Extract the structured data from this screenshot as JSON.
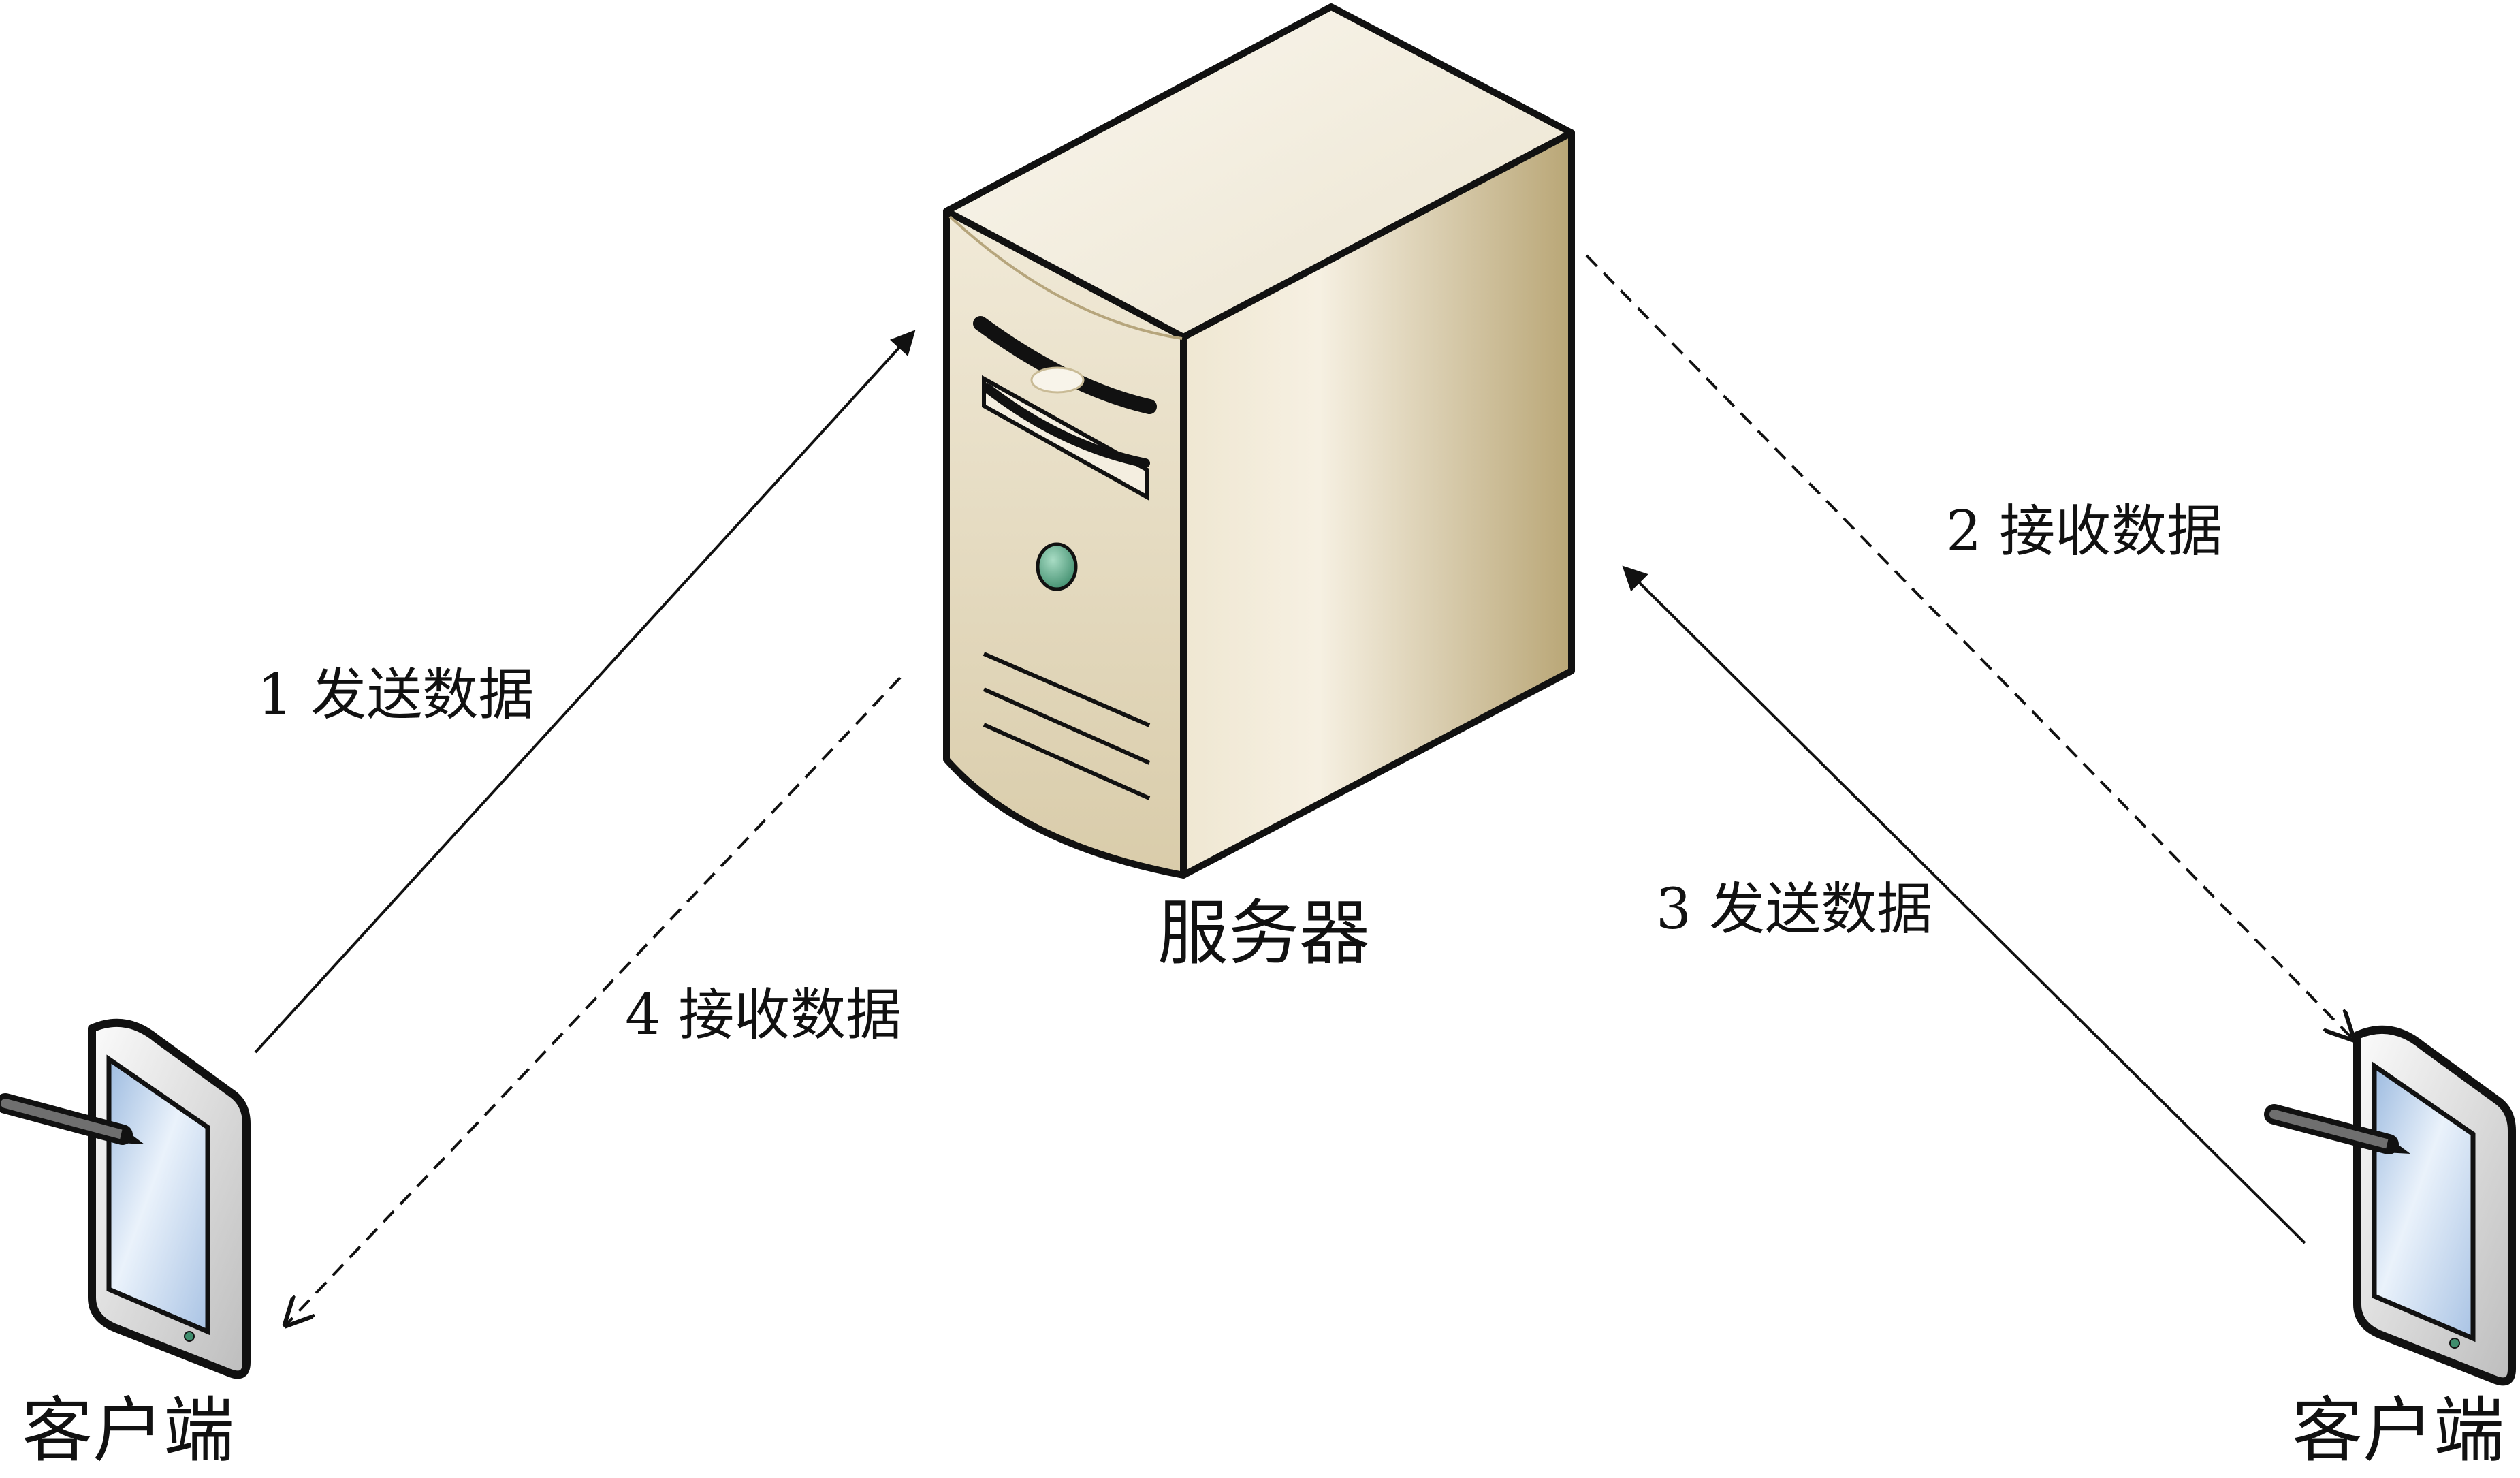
{
  "nodes": {
    "server": {
      "label": "服务器",
      "icon": "server-tower-icon"
    },
    "client_left": {
      "label": "客户端",
      "icon": "pda-tablet-icon"
    },
    "client_right": {
      "label": "客户端",
      "icon": "pda-tablet-icon"
    }
  },
  "edges": [
    {
      "id": "edge-1",
      "from": "client_left",
      "to": "server",
      "label": "1 发送数据",
      "style": "solid"
    },
    {
      "id": "edge-2",
      "from": "server",
      "to": "client_right",
      "label": "2 接收数据",
      "style": "dashed"
    },
    {
      "id": "edge-3",
      "from": "client_right",
      "to": "server",
      "label": "3 发送数据",
      "style": "solid"
    },
    {
      "id": "edge-4",
      "from": "server",
      "to": "client_left",
      "label": "4 接收数据",
      "style": "dashed"
    }
  ],
  "colors": {
    "line": "#111111",
    "server_front": "#e6dcc3",
    "server_side": "#c4b387",
    "server_top": "#f3eee0",
    "power_button": "#5ca889",
    "device_screen": "#cfe0f3",
    "device_body": "#d9d9d9"
  }
}
